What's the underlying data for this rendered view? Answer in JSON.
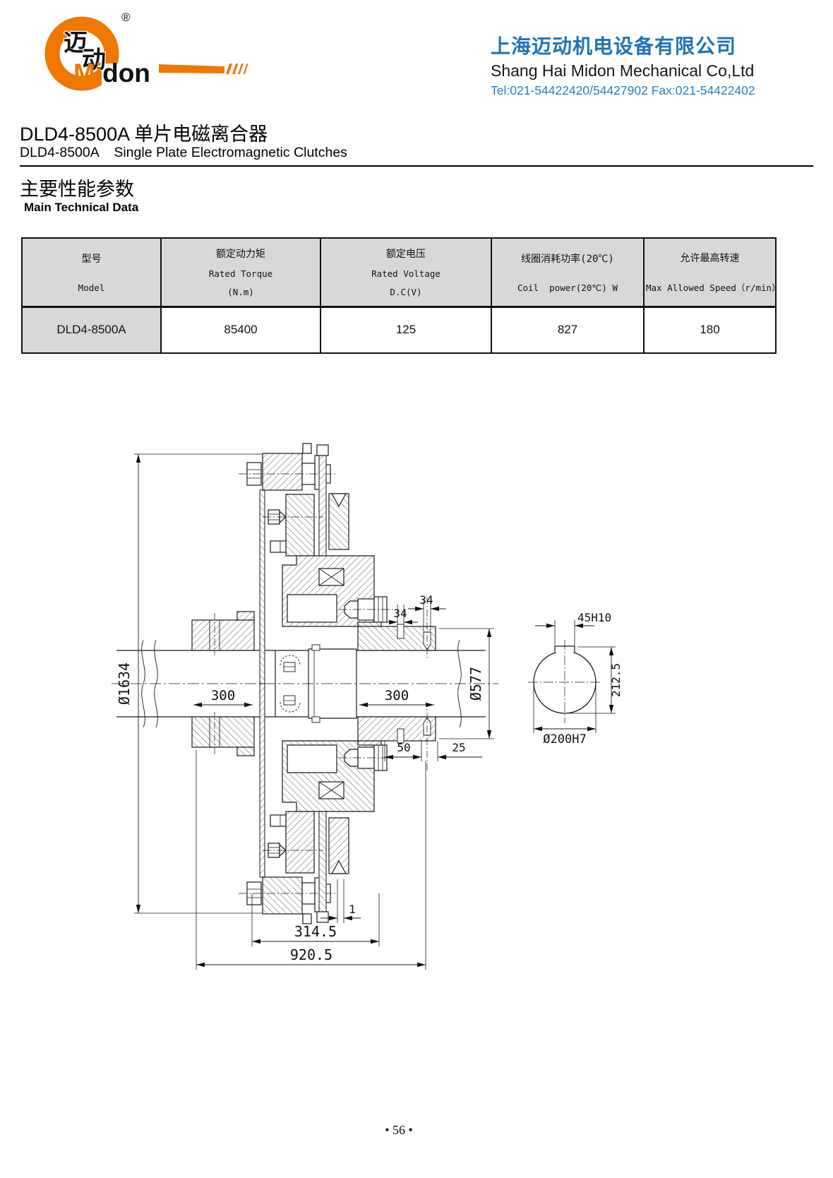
{
  "header": {
    "logo": {
      "brand_cn_1": "迈",
      "brand_cn_2": "动",
      "brand_en_accent": "Mi",
      "brand_en_rest": "don",
      "registered_mark": "®",
      "brand_orange": "#EE7800"
    },
    "company_cn": "上海迈动机电设备有限公司",
    "company_en": "Shang Hai Midon Mechanical Co,Ltd",
    "contact": "Tel:021-54422420/54427902 Fax:021-54422402",
    "colors": {
      "company_blue": "#2173B4",
      "contact_blue": "#2B7FC3"
    }
  },
  "title": {
    "cn": "DLD4-8500A 单片电磁离合器",
    "en": "DLD4-8500A    Single Plate Electromagnetic Clutches"
  },
  "section": {
    "cn": "主要性能参数",
    "en": "Main Technical Data"
  },
  "table": {
    "columns": [
      {
        "lines": [
          "型号",
          "Model"
        ]
      },
      {
        "lines": [
          "额定动力矩",
          "Rated Torque",
          "(N.m)"
        ]
      },
      {
        "lines": [
          "额定电压",
          "Rated Voltage",
          "D.C(V)"
        ]
      },
      {
        "lines": [
          "线圈消耗功率(20℃)",
          "Coil  power(20℃) W"
        ]
      },
      {
        "lines": [
          "允许最高转速",
          "Max Allowed Speed（r/min）"
        ]
      }
    ],
    "row": {
      "model": "DLD4-8500A",
      "rated_torque": "85400",
      "rated_voltage": "125",
      "coil_power": "827",
      "max_speed": "180"
    }
  },
  "drawing": {
    "dims": {
      "overall_dia": "Ø1634",
      "hub_left": "300",
      "hub_right": "300",
      "shaft_dia": "Ø577",
      "key_a": "34",
      "key_b": "34",
      "offset_50": "50",
      "offset_25": "25",
      "gap": "1",
      "body_width": "314.5",
      "overall_width": "920.5",
      "keyway_width": "45H10",
      "keyway_height": "212.5",
      "bore_dia": "Ø200H7"
    }
  },
  "page_number": "• 56 •"
}
